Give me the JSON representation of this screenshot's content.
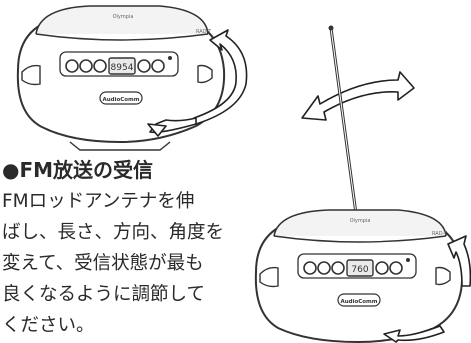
{
  "section": {
    "bullet": "●",
    "title": "FM放送の受信",
    "body_lines": [
      "FMロッドアンテナを伸",
      "ばし、長さ、方向、角度を",
      "変えて、受信状態が最も",
      "良くなるように調節して",
      "ください。"
    ]
  },
  "radio_top": {
    "display": "8954",
    "brand": "AudioComm",
    "model": "RAD-T"
  },
  "radio_bottom": {
    "display": "760",
    "brand": "AudioComm",
    "model": "RAD-T"
  }
}
